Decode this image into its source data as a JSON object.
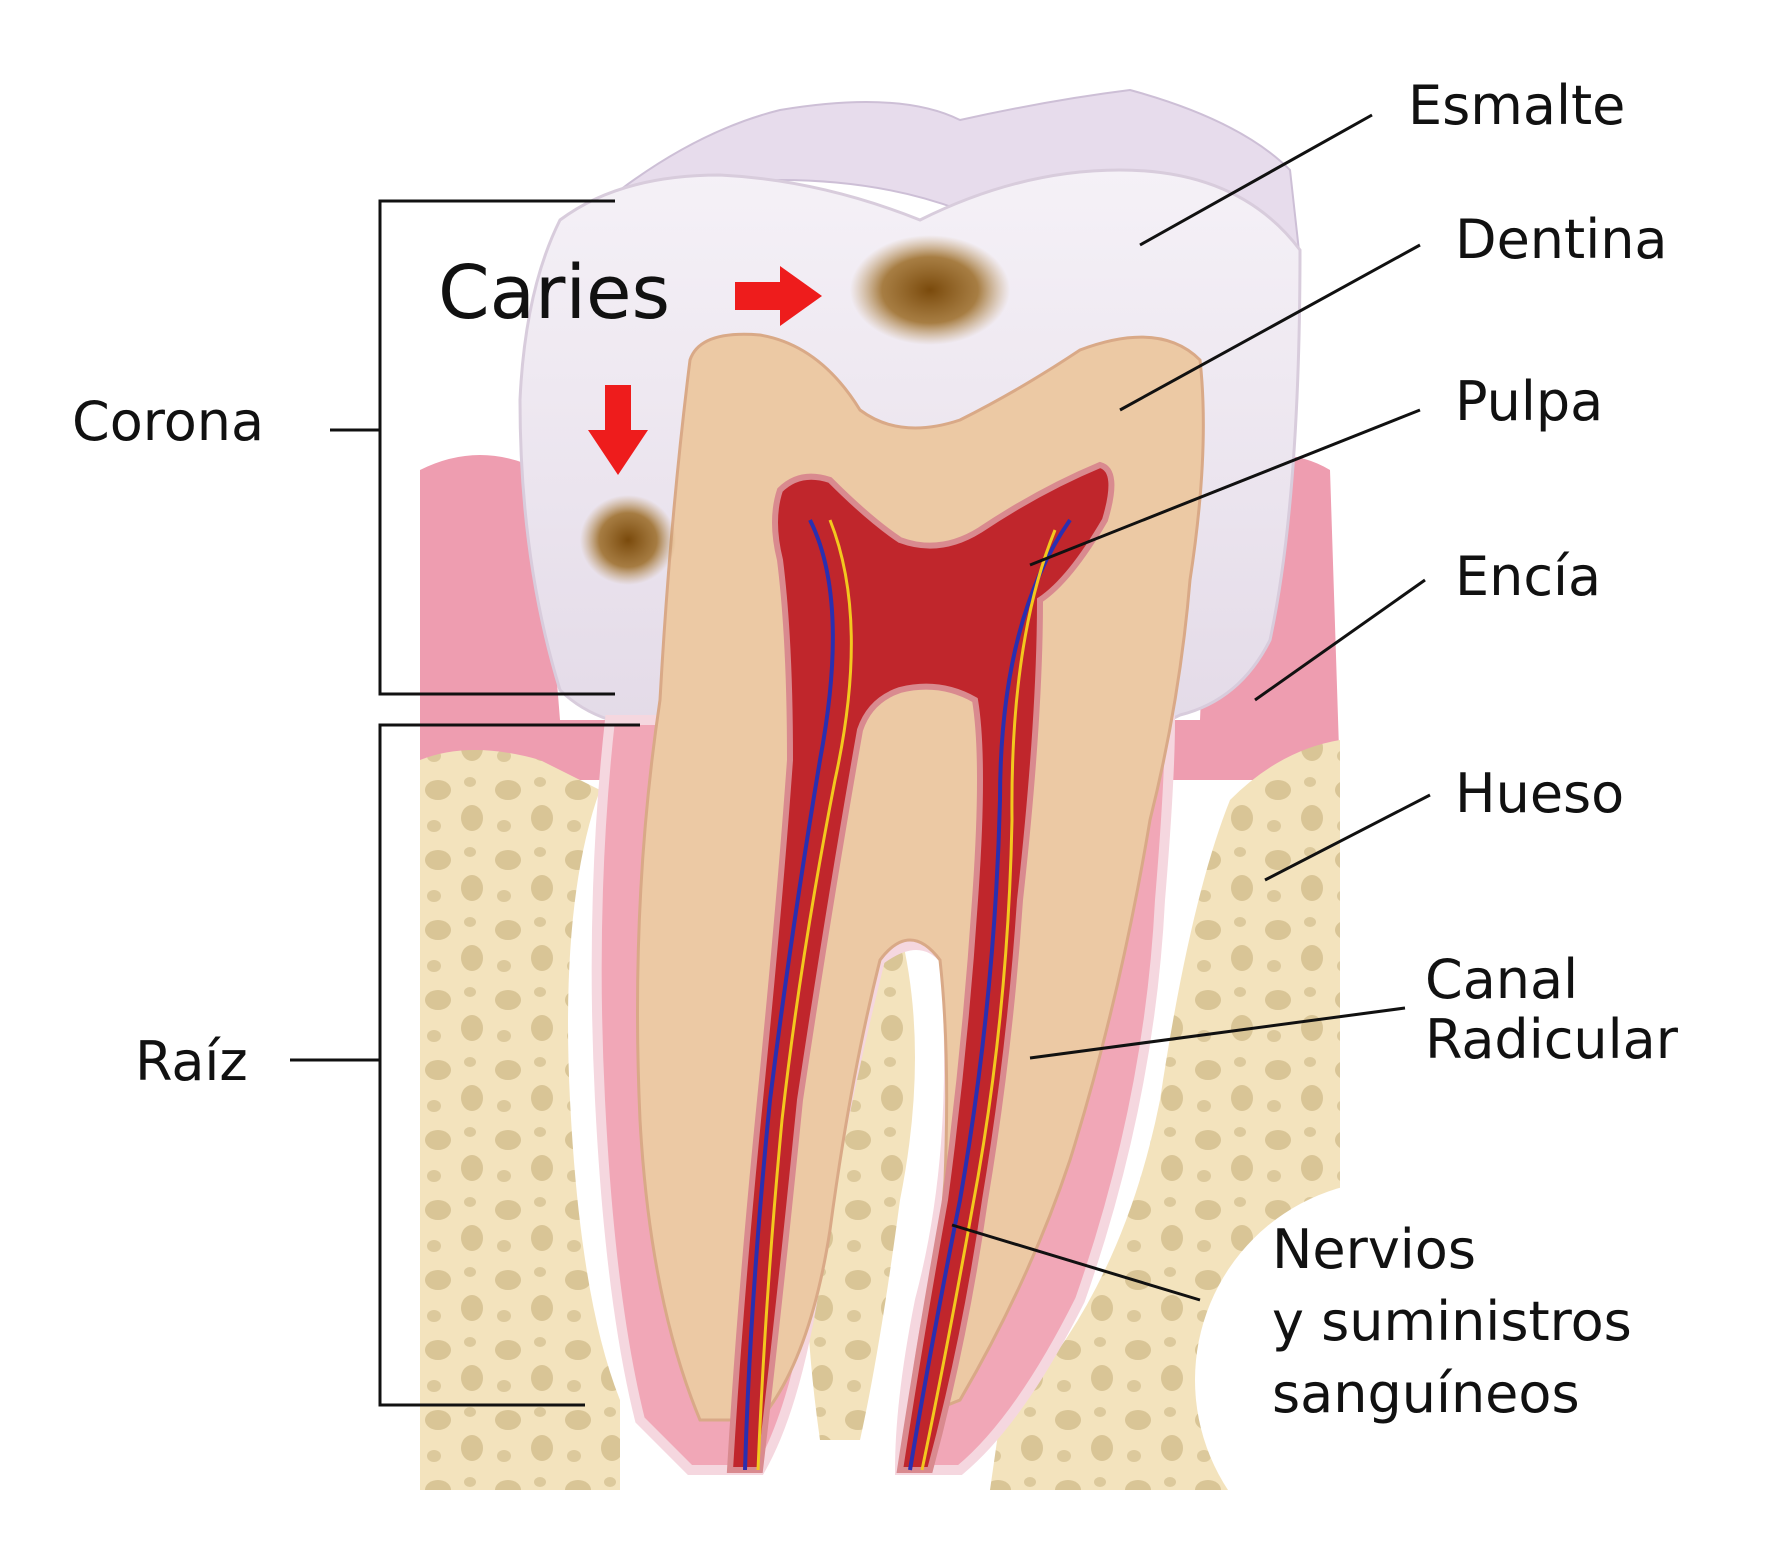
{
  "labels": {
    "esmalte": "Esmalte",
    "dentina": "Dentina",
    "pulpa": "Pulpa",
    "encia": "Encía",
    "hueso": "Hueso",
    "canal_line1": "Canal",
    "canal_line2": "Radicular",
    "nervios_line1": "Nervios",
    "nervios_line2": "y suministros",
    "nervios_line3": "sanguíneos",
    "corona": "Corona",
    "raiz": "Raíz",
    "caries": "Caries"
  },
  "colors": {
    "enamel": "#ece6ef",
    "dentin": "#ecc9a4",
    "pulp": "#c0262c",
    "gum": "#ee9db0",
    "bone": "#f3e3bd",
    "caries": "#8a5a14",
    "arrow": "#ee1c1c",
    "nerve_blue": "#2a2fb0",
    "nerve_yellow": "#f2c81e"
  }
}
